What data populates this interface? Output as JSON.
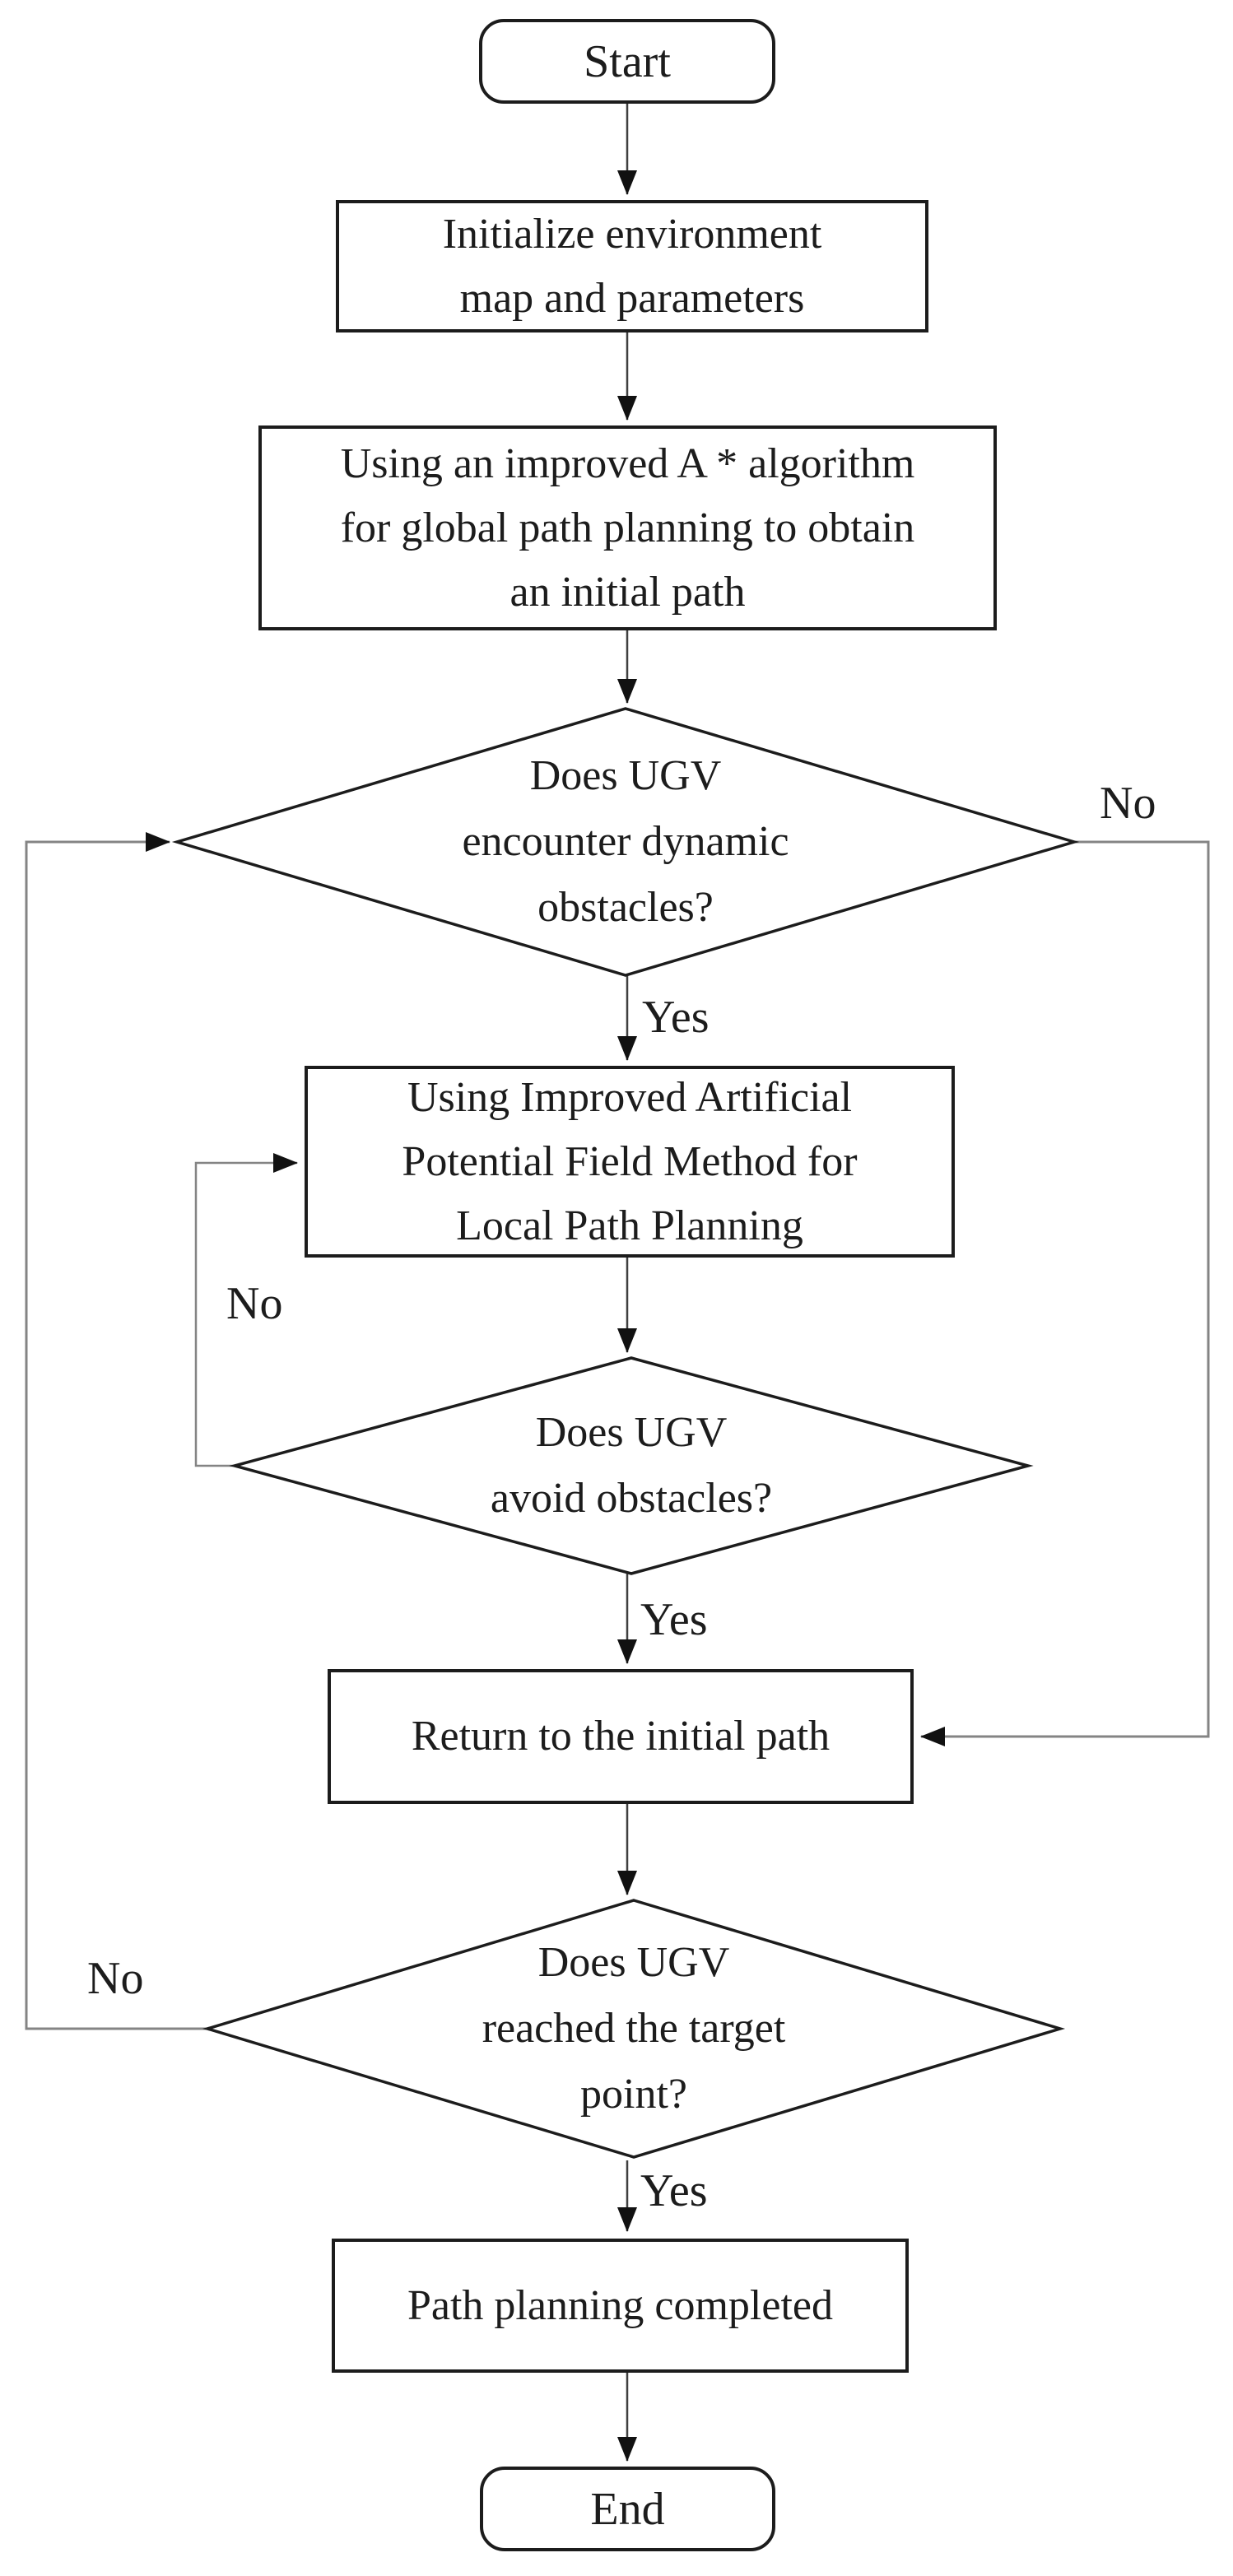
{
  "figure": {
    "type": "flowchart",
    "background": "#ffffff",
    "colors": {
      "shape_stroke": "#1c1c1c",
      "connector": "#3f3f3f",
      "feedback_line": "#848484",
      "arrowhead": "#111111",
      "text": "#1c1c1c"
    }
  },
  "nodes": {
    "start": {
      "label": "Start",
      "type": "terminator"
    },
    "init": {
      "label": "Initialize environment\nmap and parameters",
      "type": "process"
    },
    "astar": {
      "label": "Using an improved A * algorithm\nfor global path planning to obtain\nan initial path",
      "type": "process"
    },
    "d1": {
      "label": "Does UGV\nencounter dynamic\nobstacles?",
      "type": "decision"
    },
    "apf": {
      "label": "Using Improved Artificial\nPotential Field Method for\nLocal Path Planning",
      "type": "process"
    },
    "d2": {
      "label": "Does UGV\navoid obstacles?",
      "type": "decision"
    },
    "ret": {
      "label": "Return to the initial path",
      "type": "process"
    },
    "d3": {
      "label": "Does UGV\nreached the target\npoint?",
      "type": "decision"
    },
    "done": {
      "label": "Path planning completed",
      "type": "process"
    },
    "end": {
      "label": "End",
      "type": "terminator"
    }
  },
  "edges": {
    "d1_yes": "Yes",
    "d1_no": "No",
    "d2_yes": "Yes",
    "d2_no": "No",
    "d3_yes": "Yes",
    "d3_no": "No"
  }
}
